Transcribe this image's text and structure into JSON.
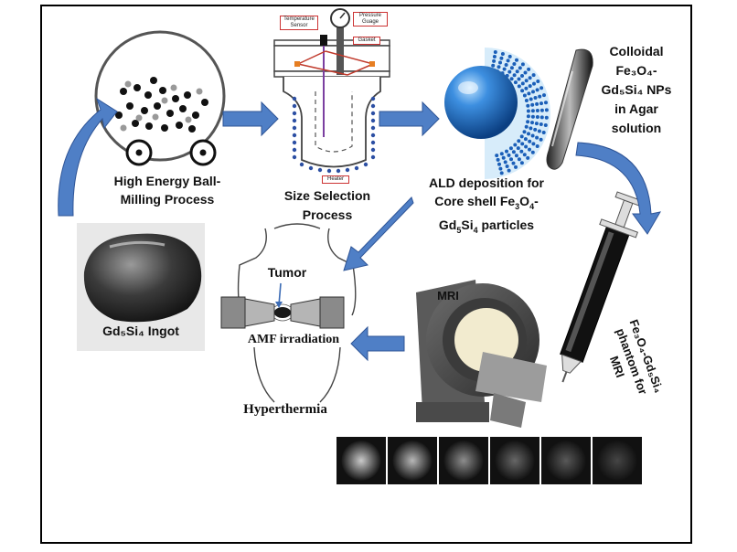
{
  "labels": {
    "ball_mill": "High Energy Ball-Milling Process",
    "size_selection": "Size Selection Process",
    "ald_line1": "ALD deposition for",
    "ald_line2_pre": "Core shell Fe",
    "ald_line2_sub": "3",
    "ald_line2_mid": "O",
    "ald_line2_sub2": "4",
    "ald_line2_post": "-",
    "ald_line3_pre": "Gd",
    "ald_line3_sub": "5",
    "ald_line3_mid": "Si",
    "ald_line3_sub2": "4",
    "ald_line3_post": " particles",
    "colloidal_1": "Colloidal",
    "colloidal_2": "Fe₃O₄-",
    "colloidal_3": "Gd₅Si₄ NPs",
    "colloidal_4": "in Agar",
    "colloidal_5": "solution",
    "ingot": "Gd₅Si₄ Ingot",
    "tumor": "Tumor",
    "amf": "AMF irradiation",
    "hyperthermia": "Hyperthermia",
    "mri": "MRI",
    "phantom_1": "Fe₃O₄-Gd₅Si₄",
    "phantom_2": "phantom for",
    "phantom_3": "MRI"
  },
  "apparatus": {
    "temperature_sensor": "Temperature Sensor",
    "pressure_guage": "Pressure Guage",
    "gasket": "Gasket",
    "heater": "Heater"
  },
  "colors": {
    "arrow_blue": "#4f7fc6",
    "arrow_edge": "#2f5597",
    "sphere_blue": "#1f6fc4"
  },
  "mri_slices": [
    0.78,
    0.7,
    0.52,
    0.36,
    0.3,
    0.22
  ]
}
